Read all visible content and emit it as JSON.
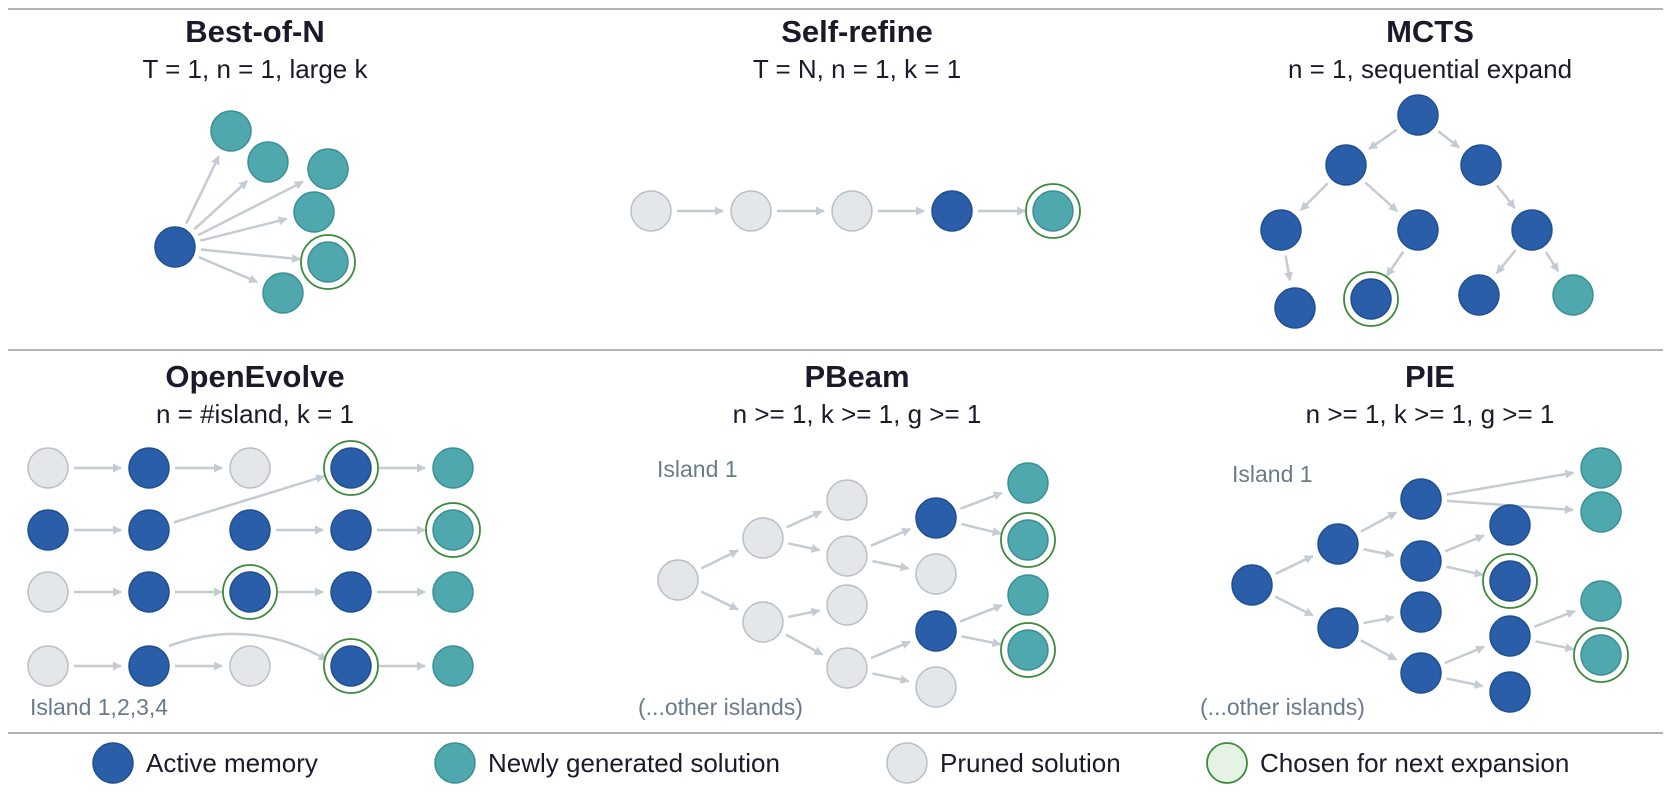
{
  "colors": {
    "active": "#2a5ea8",
    "active_stroke": "#1f4f91",
    "new": "#4ea8ad",
    "new_stroke": "#3a8f94",
    "pruned": "#e4e7ea",
    "pruned_stroke": "#b9bfc5",
    "chosen_ring": "#3d8a3d",
    "chosen_fill": "#e6f2e4",
    "arrow": "#c5cbd3",
    "rule": "#9a9a9a",
    "title": "#1a1a2a",
    "island_label": "#6b7a8a"
  },
  "panels": [
    {
      "id": "best-of-n",
      "title": "Best-of-N",
      "subtitle": "T = 1, n = 1, large k",
      "labels": []
    },
    {
      "id": "self-refine",
      "title": "Self-refine",
      "subtitle": "T = N, n = 1, k = 1",
      "labels": []
    },
    {
      "id": "mcts",
      "title": "MCTS",
      "subtitle": "n = 1, sequential expand",
      "labels": []
    },
    {
      "id": "openevolve",
      "title": "OpenEvolve",
      "subtitle": "n = #island, k = 1",
      "labels": [
        "Island 1,2,3,4"
      ]
    },
    {
      "id": "pbeam",
      "title": "PBeam",
      "subtitle": "n >= 1, k >= 1, g >= 1",
      "labels": [
        "Island 1",
        "(...other islands)"
      ]
    },
    {
      "id": "pie",
      "title": "PIE",
      "subtitle": "n >= 1, k >= 1, g >= 1",
      "labels": [
        "Island 1",
        "(...other islands)"
      ]
    }
  ],
  "legend": [
    {
      "kind": "active",
      "label": "Active memory"
    },
    {
      "kind": "new",
      "label": "Newly generated solution"
    },
    {
      "kind": "pruned",
      "label": "Pruned solution"
    },
    {
      "kind": "chosen",
      "label": "Chosen for next expansion"
    }
  ]
}
